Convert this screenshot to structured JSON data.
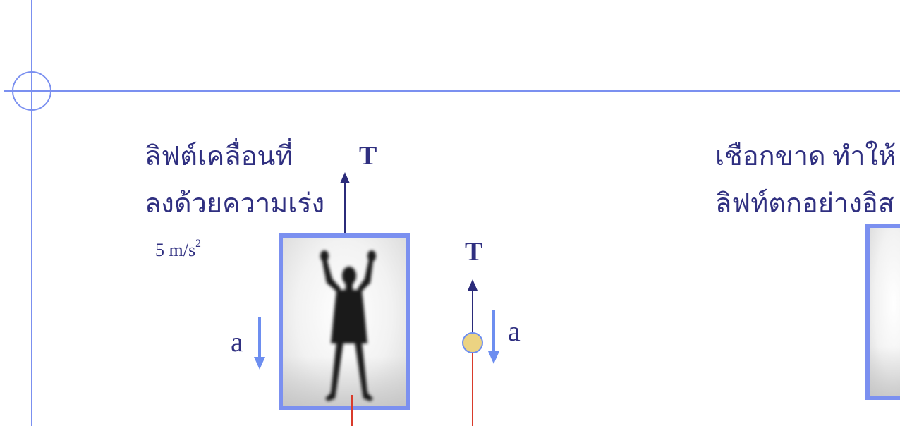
{
  "left_panel": {
    "title_line1": "ลิฟต์เคลื่อนที่",
    "title_line2": "ลงด้วยความเร่ง",
    "accel_value": "5 m/s",
    "accel_exponent": "2",
    "tension_label": "T",
    "accel_label": "a"
  },
  "fbd": {
    "tension_label": "T",
    "accel_label": "a"
  },
  "right_panel": {
    "title_line1": "เชือกขาด ทำให้",
    "title_line2": "ลิฟท์ตกอย่างอิส"
  },
  "colors": {
    "guide_line": "#7b90f0",
    "frame": "#7b90f0",
    "force_arrow": "#2b2b7a",
    "accel_arrow": "#6d8ef0",
    "weight_line": "#d93b2b",
    "particle_fill": "#ecd382",
    "text": "#2f2f80"
  },
  "icons": {
    "figure": "person-arms-raised-silhouette-icon",
    "particle": "point-mass-circle-icon"
  }
}
